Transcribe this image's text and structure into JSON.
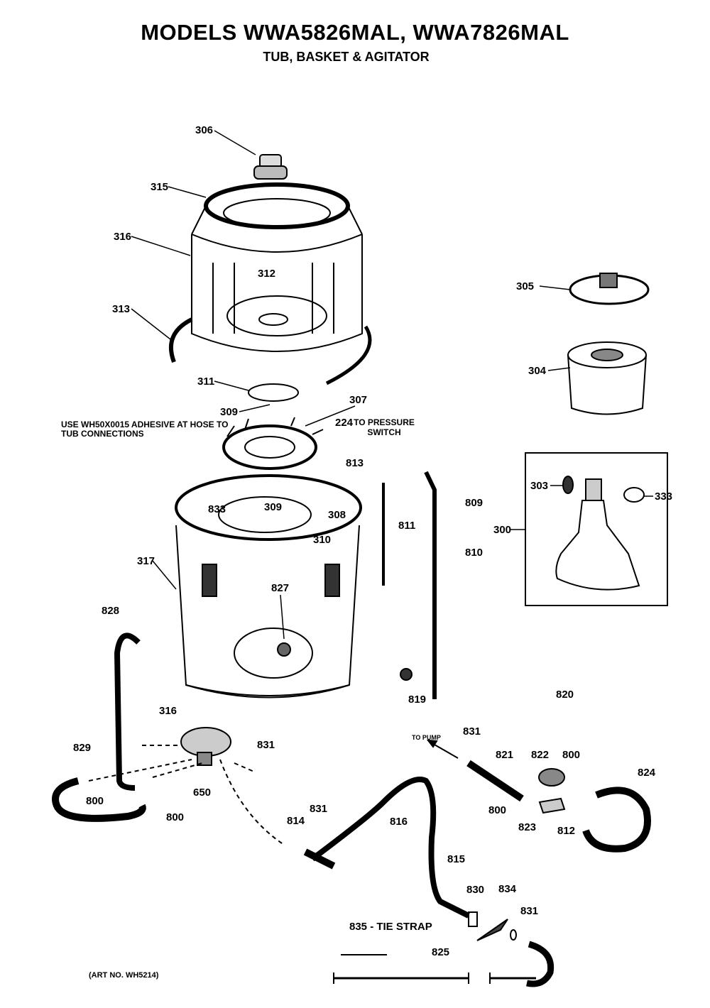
{
  "header": {
    "title": "MODELS WWA5826MAL, WWA7826MAL",
    "subtitle": "TUB, BASKET & AGITATOR"
  },
  "notes": {
    "adhesive": "USE WH50X0015 ADHESIVE AT HOSE TO TUB CONNECTIONS",
    "pressure_switch": "TO PRESSURE SWITCH",
    "to_pump": "TO PUMP",
    "tie_strap": "835 - TIE STRAP",
    "art_no": "(ART NO. WH5214)"
  },
  "part_labels": [
    "306",
    "315",
    "316",
    "312",
    "313",
    "311",
    "309",
    "307",
    "224",
    "813",
    "809",
    "811",
    "810",
    "833",
    "308",
    "309",
    "310",
    "317",
    "827",
    "828",
    "316",
    "819",
    "820",
    "831",
    "821",
    "822",
    "800",
    "824",
    "829",
    "800",
    "800",
    "650",
    "831",
    "814",
    "831",
    "816",
    "815",
    "800",
    "823",
    "812",
    "830",
    "834",
    "831",
    "825",
    "305",
    "304",
    "303",
    "333",
    "300"
  ]
}
